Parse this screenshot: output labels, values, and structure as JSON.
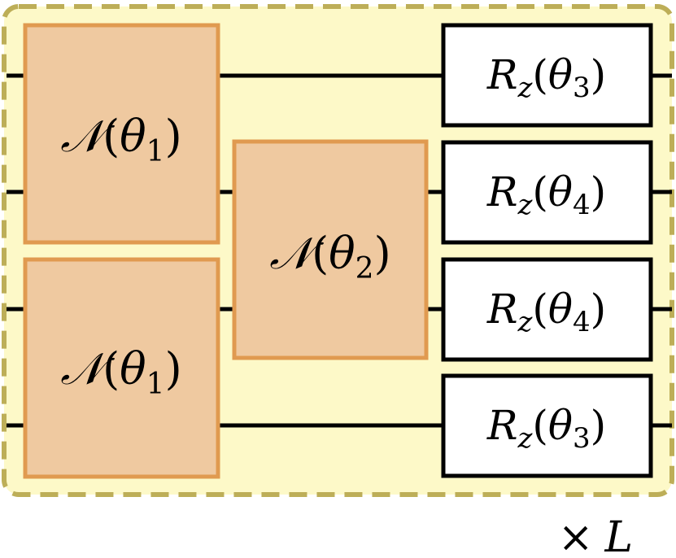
{
  "layer_box": {
    "fill": "#fdf9c8",
    "border_color": "#bdae58",
    "repeat_label": "× L",
    "repeat_symbol": "×",
    "repeat_var": "L"
  },
  "wire_color": "#000000",
  "n_gate_style": {
    "fill": "#efc9a0",
    "stroke": "#e09a50"
  },
  "rz_gate_style": {
    "fill": "#ffffff",
    "stroke": "#000000"
  },
  "gates": {
    "n_top": {
      "script": "𝒩",
      "param": "θ",
      "sub": "1"
    },
    "n_bottom": {
      "script": "𝒩",
      "param": "θ",
      "sub": "1"
    },
    "n_middle": {
      "script": "𝒩",
      "param": "θ",
      "sub": "2"
    },
    "rz_1": {
      "op": "R",
      "op_sub": "z",
      "param": "θ",
      "sub": "3"
    },
    "rz_2": {
      "op": "R",
      "op_sub": "z",
      "param": "θ",
      "sub": "4"
    },
    "rz_3": {
      "op": "R",
      "op_sub": "z",
      "param": "θ",
      "sub": "4"
    },
    "rz_4": {
      "op": "R",
      "op_sub": "z",
      "param": "θ",
      "sub": "3"
    }
  }
}
